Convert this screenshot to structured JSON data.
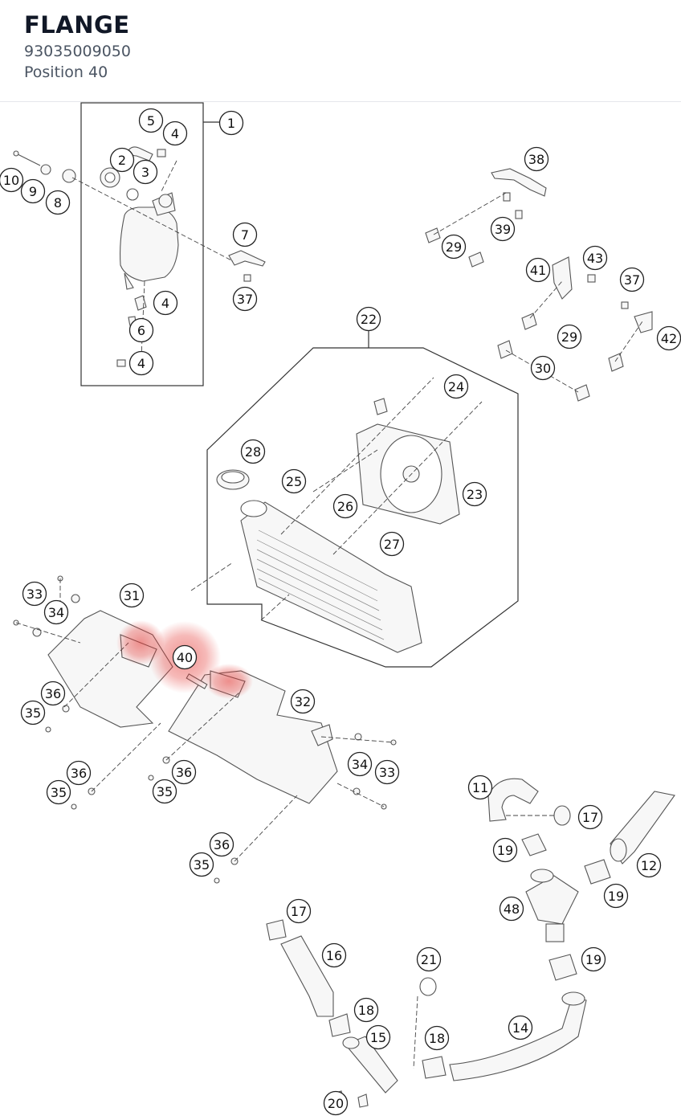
{
  "header": {
    "title": "FLANGE",
    "part_number": "93035009050",
    "position": "Position 40"
  },
  "diagram": {
    "highlight_color": "#e53935",
    "callouts": [
      {
        "label": "1"
      },
      {
        "label": "5"
      },
      {
        "label": "4"
      },
      {
        "label": "2"
      },
      {
        "label": "3"
      },
      {
        "label": "10"
      },
      {
        "label": "9"
      },
      {
        "label": "8"
      },
      {
        "label": "7"
      },
      {
        "label": "37"
      },
      {
        "label": "4"
      },
      {
        "label": "6"
      },
      {
        "label": "4"
      },
      {
        "label": "38"
      },
      {
        "label": "39"
      },
      {
        "label": "29"
      },
      {
        "label": "41"
      },
      {
        "label": "43"
      },
      {
        "label": "37"
      },
      {
        "label": "29"
      },
      {
        "label": "42"
      },
      {
        "label": "30"
      },
      {
        "label": "22"
      },
      {
        "label": "24"
      },
      {
        "label": "28"
      },
      {
        "label": "25"
      },
      {
        "label": "26"
      },
      {
        "label": "23"
      },
      {
        "label": "27"
      },
      {
        "label": "33"
      },
      {
        "label": "34"
      },
      {
        "label": "31"
      },
      {
        "label": "40"
      },
      {
        "label": "36"
      },
      {
        "label": "35"
      },
      {
        "label": "32"
      },
      {
        "label": "34"
      },
      {
        "label": "33"
      },
      {
        "label": "36"
      },
      {
        "label": "35"
      },
      {
        "label": "36"
      },
      {
        "label": "35"
      },
      {
        "label": "36"
      },
      {
        "label": "35"
      },
      {
        "label": "11"
      },
      {
        "label": "17"
      },
      {
        "label": "19"
      },
      {
        "label": "12"
      },
      {
        "label": "19"
      },
      {
        "label": "48"
      },
      {
        "label": "19"
      },
      {
        "label": "17"
      },
      {
        "label": "16"
      },
      {
        "label": "21"
      },
      {
        "label": "18"
      },
      {
        "label": "15"
      },
      {
        "label": "18"
      },
      {
        "label": "14"
      },
      {
        "label": "20"
      }
    ]
  }
}
